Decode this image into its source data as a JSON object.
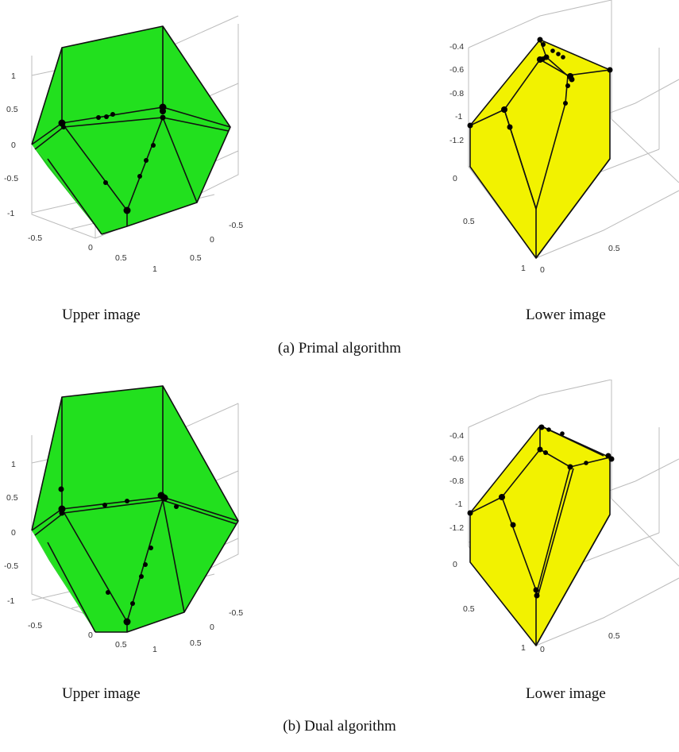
{
  "colors": {
    "primal_fill": "#22e01e",
    "dual_fill": "#22e01e",
    "lower_fill": "#f2f200",
    "edge": "#111111",
    "vertex": "#000000"
  },
  "figures": [
    {
      "caption": "(a) Primal algorithm",
      "upper": {
        "label": "Upper image",
        "z_ticks": [
          "1",
          "0.5",
          "0",
          "-0.5",
          "-1"
        ],
        "x_ticks": [
          "-0.5",
          "0",
          "0.5",
          "1"
        ],
        "y_ticks": [
          "-0.5",
          "0",
          "0.5"
        ]
      },
      "lower": {
        "label": "Lower image",
        "z_ticks": [
          "-0.4",
          "-0.6",
          "-0.8",
          "-1",
          "-1.2"
        ],
        "x_ticks": [
          "0",
          "0.5",
          "1"
        ],
        "y_ticks": [
          "0",
          "0.5"
        ]
      }
    },
    {
      "caption": "(b) Dual algorithm",
      "upper": {
        "label": "Upper image",
        "z_ticks": [
          "1",
          "0.5",
          "0",
          "-0.5",
          "-1"
        ],
        "x_ticks": [
          "-0.5",
          "0",
          "0.5",
          "1"
        ],
        "y_ticks": [
          "-0.5",
          "0",
          "0.5"
        ]
      },
      "lower": {
        "label": "Lower image",
        "z_ticks": [
          "-0.4",
          "-0.6",
          "-0.8",
          "-1",
          "-1.2"
        ],
        "x_ticks": [
          "0",
          "0.5",
          "1"
        ],
        "y_ticks": [
          "0",
          "0.5"
        ]
      }
    }
  ]
}
